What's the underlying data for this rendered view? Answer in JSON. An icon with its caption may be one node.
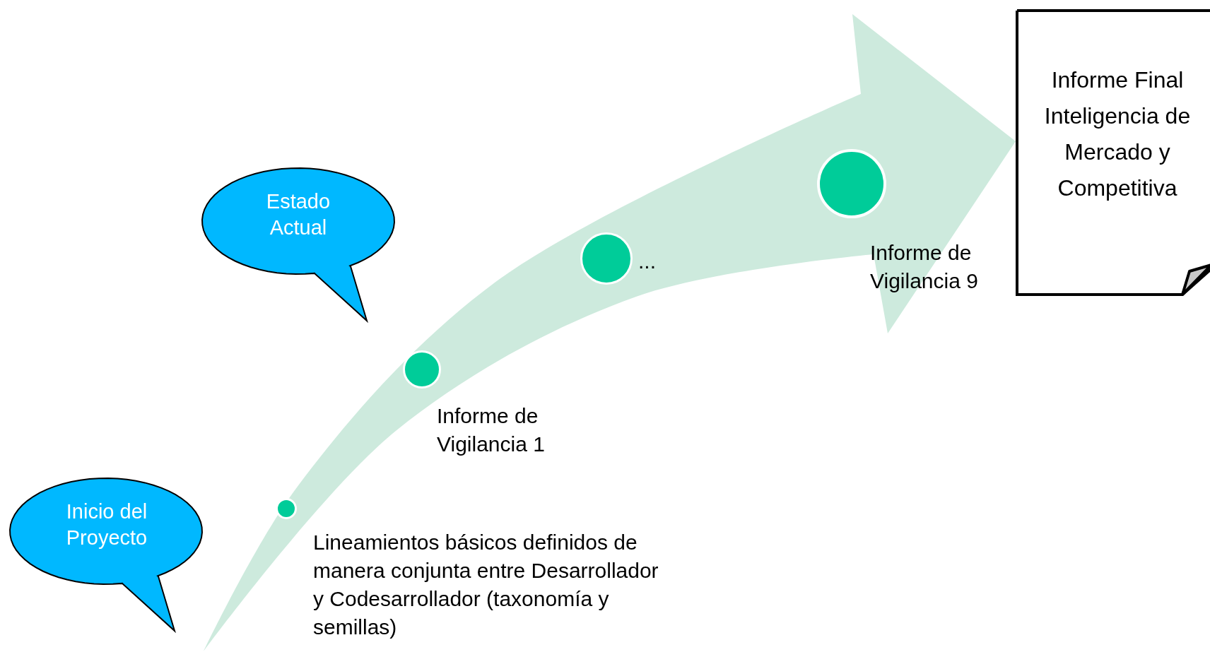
{
  "diagram": {
    "nodes": [
      {
        "text": [
          "Estado Actual"
        ]
      },
      {
        "text": [
          "Inicio del Proyecto"
        ]
      },
      {
        "text": [],
        "shape": "circle",
        "beside": [
          "Lineamientos básicos definidos de manera conjunta entre Desarrollador y Codesarrollador (taxonomía y semillas)"
        ]
      },
      {
        "text": [],
        "shape": "circle",
        "beside": [
          "Informe de Vigilancia 1"
        ]
      },
      {
        "text": [],
        "shape": "circle",
        "beside": [
          "..."
        ]
      },
      {
        "text": [],
        "shape": "circle",
        "beside": [
          "Informe de Vigilancia 9"
        ]
      },
      {
        "text": [
          "Informe Final Inteligencia de Mercado y Competitiva"
        ]
      }
    ],
    "edges": [
      {
        "from": null,
        "to": 6,
        "arrow": "to",
        "style": "thick"
      }
    ]
  }
}
